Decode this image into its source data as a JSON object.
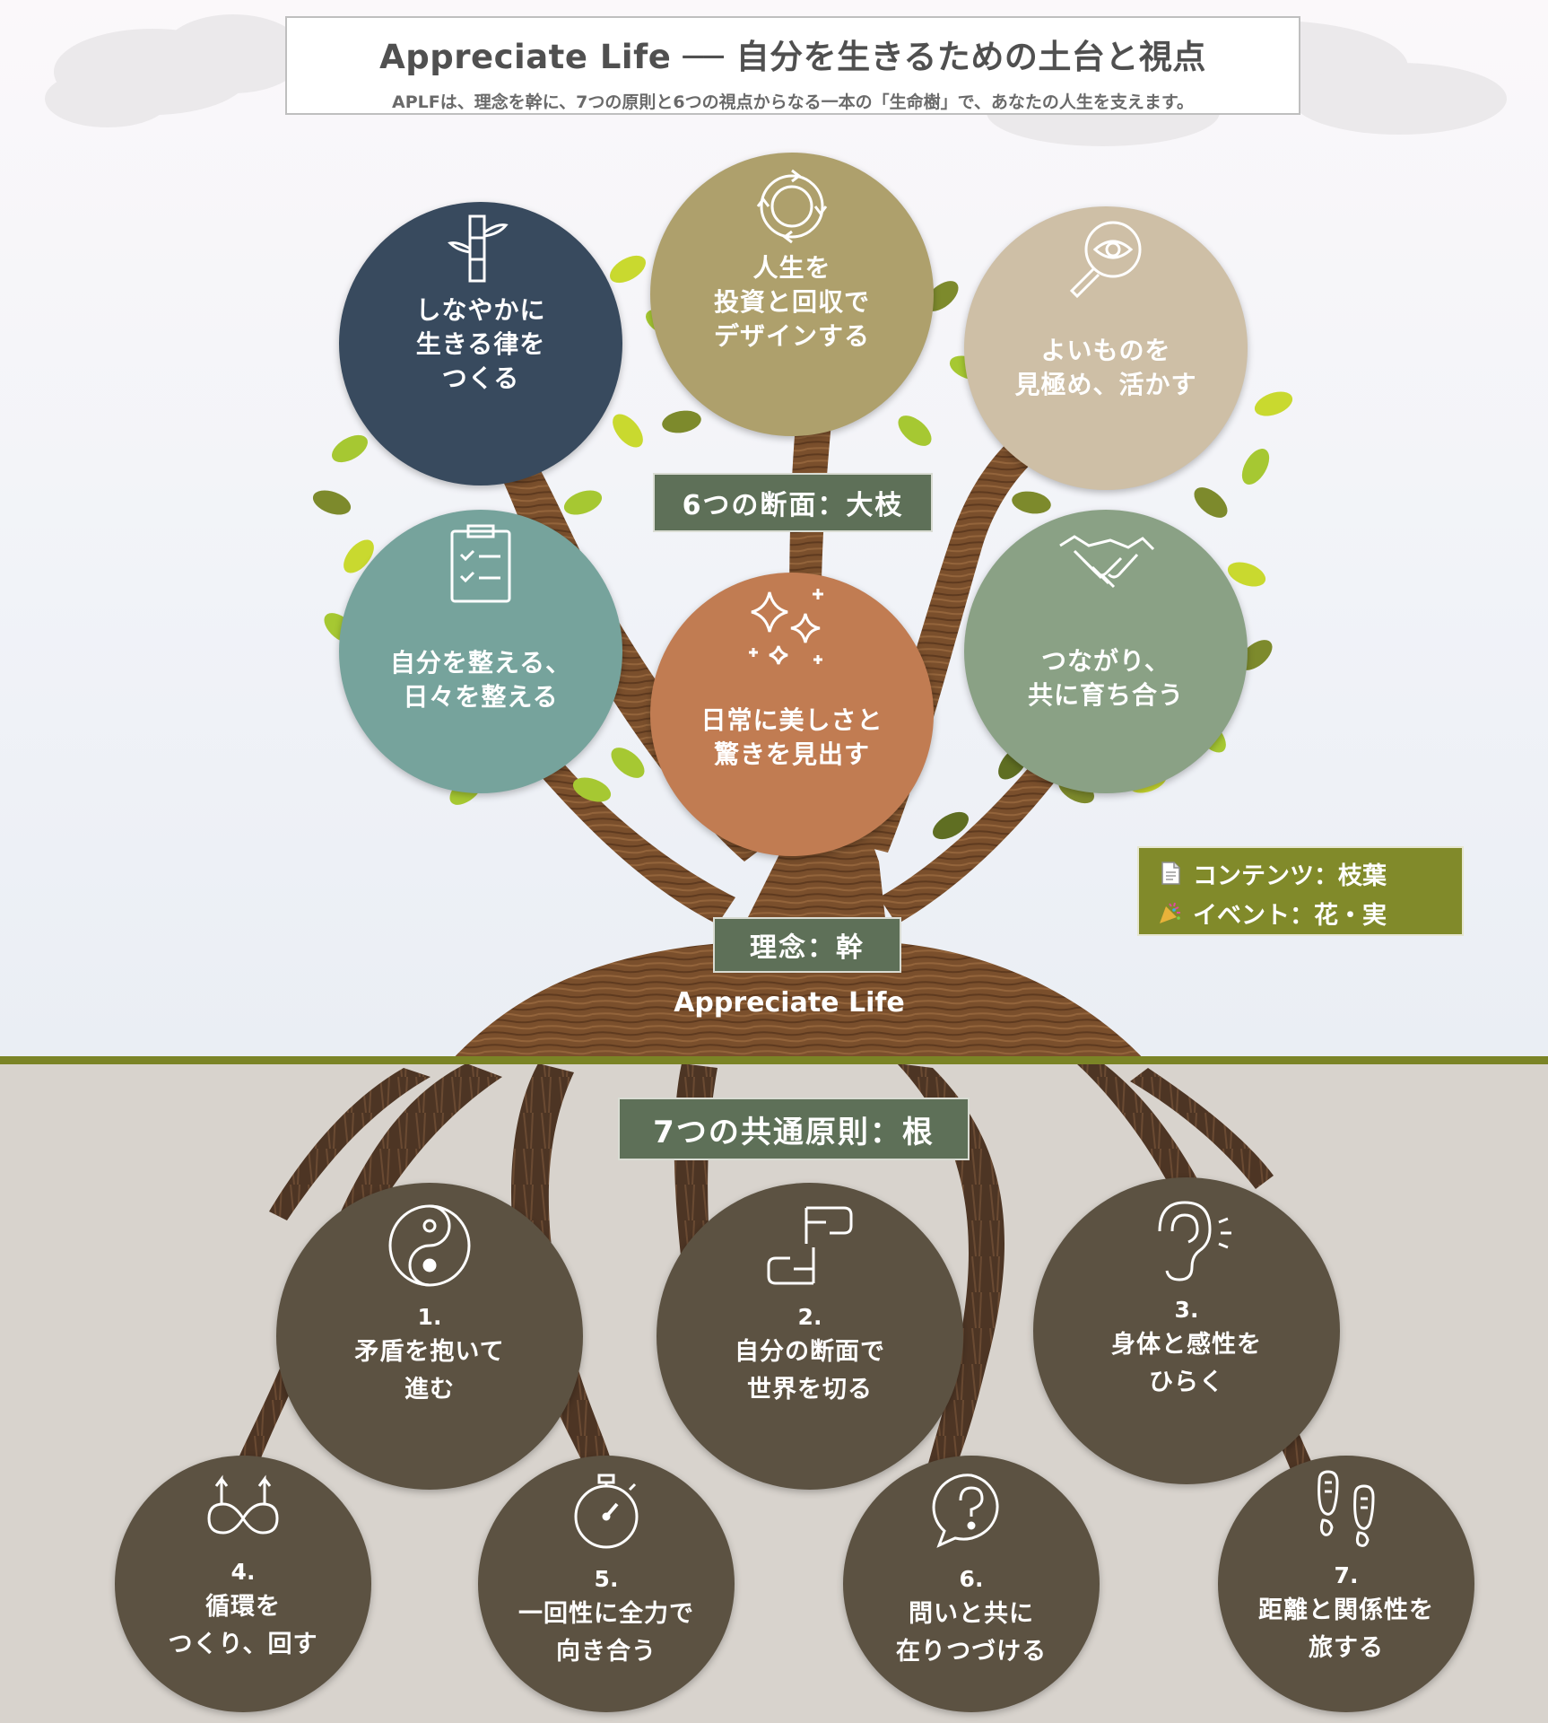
{
  "header": {
    "title": "Appreciate Life ── 自分を生きるための土台と視点",
    "subtitle": "APLFは、理念を幹に、7つの原則と6つの視点からなる一本の「生命樹」で、あなたの人生を支えます。"
  },
  "labels": {
    "branches": "6つの断面：大枝",
    "trunk": "理念：幹",
    "trunk_name": "Appreciate Life",
    "roots": "7つの共通原則：根"
  },
  "legend": {
    "contents": "コンテンツ：枝葉",
    "events": "イベント：花・実",
    "contents_icon": "document-icon",
    "events_icon": "party-popper-icon"
  },
  "branches": [
    {
      "label": "しなやかに\n生きる律を\nつくる",
      "icon": "bamboo-icon",
      "color": "#384a5e"
    },
    {
      "label": "人生を\n投資と回収で\nデザインする",
      "icon": "cycle-arrows-icon",
      "color": "#aea06c"
    },
    {
      "label": "よいものを\n見極め、活かす",
      "icon": "magnifier-eye-icon",
      "color": "#cebfa6"
    },
    {
      "label": "自分を整える、\n日々を整える",
      "icon": "checklist-icon",
      "color": "#76a39c"
    },
    {
      "label": "日常に美しさと\n驚きを見出す",
      "icon": "sparkles-icon",
      "color": "#c17c52"
    },
    {
      "label": "つながり、\n共に育ち合う",
      "icon": "handshake-icon",
      "color": "#8aa185"
    }
  ],
  "roots": [
    {
      "num": "1.",
      "label": "矛盾を抱いて\n進む",
      "icon": "yin-yang-icon"
    },
    {
      "num": "2.",
      "label": "自分の断面で\n世界を切る",
      "icon": "frame-hands-icon"
    },
    {
      "num": "3.",
      "label": "身体と感性を\nひらく",
      "icon": "ear-icon"
    },
    {
      "num": "4.",
      "label": "循環を\nつくり、回す",
      "icon": "infinity-arrows-icon"
    },
    {
      "num": "5.",
      "label": "一回性に全力で\n向き合う",
      "icon": "stopwatch-icon"
    },
    {
      "num": "6.",
      "label": "問いと共に\n在りつづける",
      "icon": "question-bubble-icon"
    },
    {
      "num": "7.",
      "label": "距離と関係性を\n旅する",
      "icon": "footprints-icon"
    }
  ],
  "colors": {
    "root_circle": "#5c5242",
    "ground_line": "#7b8426",
    "tag": "#5e7058",
    "legend": "#818a2a"
  }
}
